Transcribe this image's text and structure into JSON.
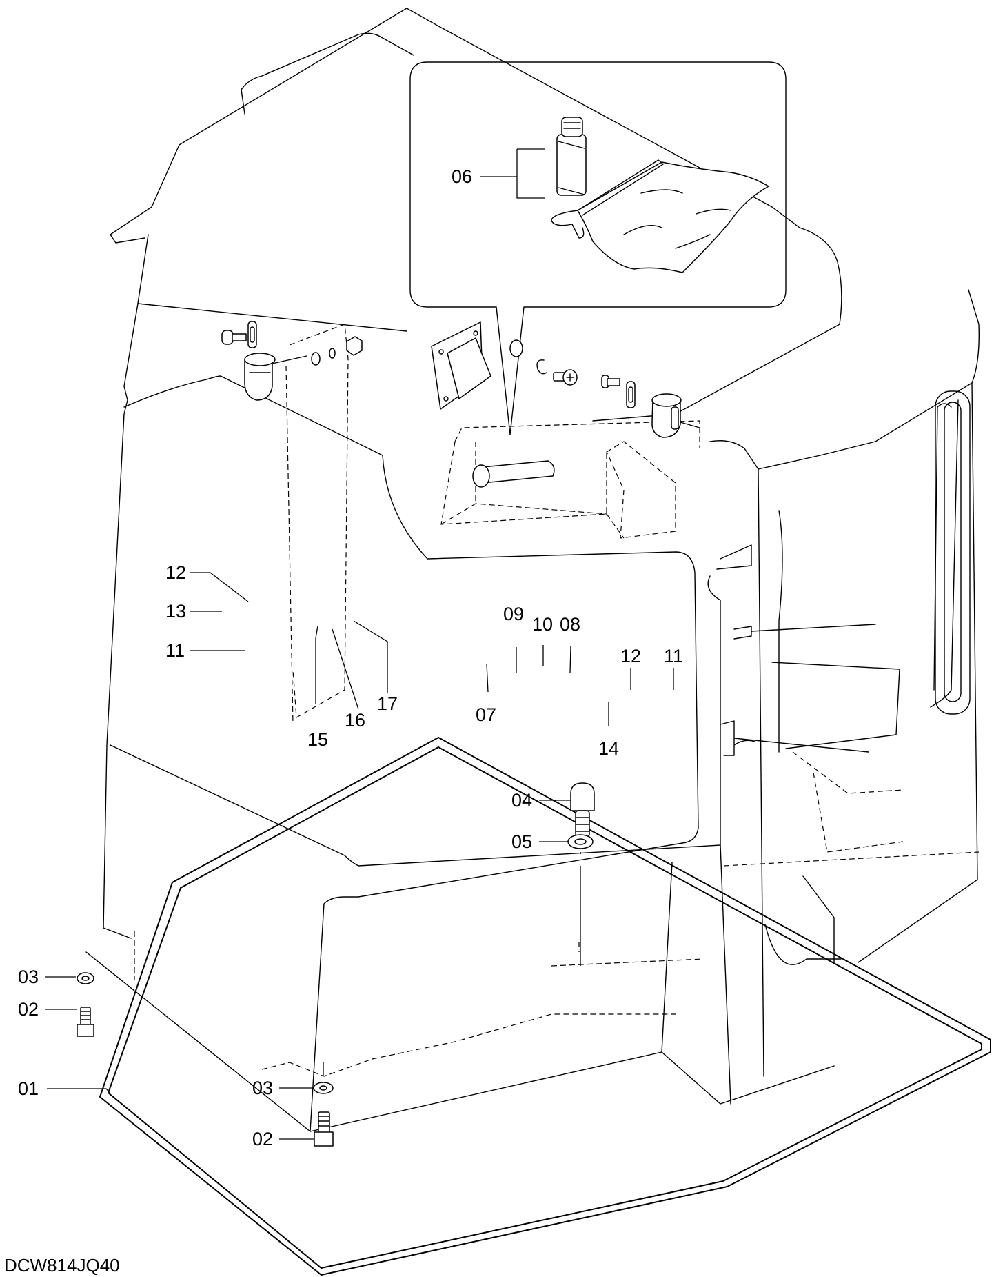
{
  "drawing_code": "DCW814JQ40",
  "callouts": {
    "c01": "01",
    "c02a": "02",
    "c02b": "02",
    "c03a": "03",
    "c03b": "03",
    "c04": "04",
    "c05": "05",
    "c06": "06",
    "c07": "07",
    "c08": "08",
    "c09": "09",
    "c10": "10",
    "c11a": "11",
    "c11b": "11",
    "c12a": "12",
    "c12b": "12",
    "c13": "13",
    "c14": "14",
    "c15": "15",
    "c16": "16",
    "c17": "17"
  }
}
